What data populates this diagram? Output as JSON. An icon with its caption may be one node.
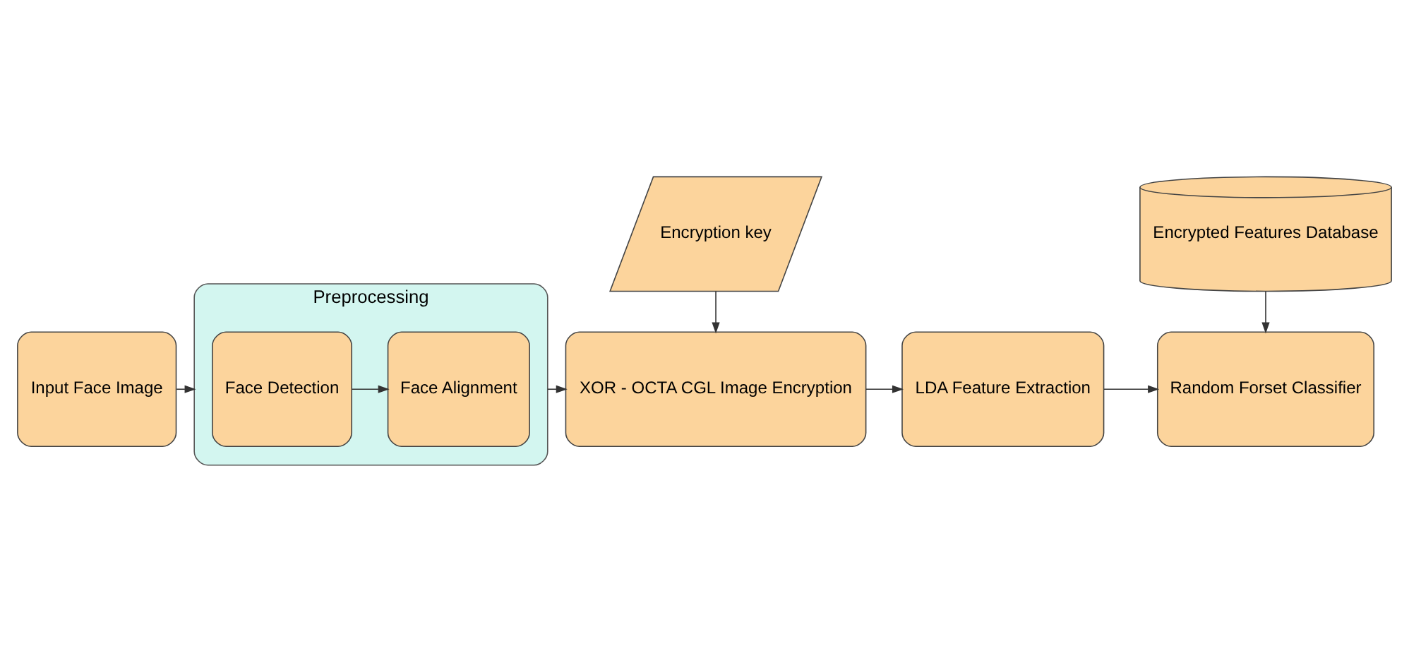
{
  "diagram": {
    "nodes": [
      {
        "text": [
          "Input Face Image"
        ]
      },
      {
        "text": [
          "Preprocessing"
        ]
      },
      {
        "text": [
          "Face Detection"
        ],
        "in": 1
      },
      {
        "text": [
          "Face Alignment"
        ],
        "in": 1
      },
      {
        "text": [
          "XOR - OCTA CGL Image Encryption"
        ]
      },
      {
        "text": [
          "Encryption key"
        ]
      },
      {
        "text": [
          "LDA Feature Extraction"
        ]
      },
      {
        "text": [
          "Encrypted Features Database"
        ]
      },
      {
        "text": [
          "Random Forset Classifier"
        ]
      }
    ],
    "edges": [
      {
        "from": 0,
        "to": 1,
        "arrow": "to"
      },
      {
        "from": 2,
        "to": 3,
        "arrow": "to"
      },
      {
        "from": 1,
        "to": 4,
        "arrow": "to"
      },
      {
        "from": 5,
        "to": 4,
        "arrow": "to"
      },
      {
        "from": 4,
        "to": 6,
        "arrow": "to"
      },
      {
        "from": 6,
        "to": 8,
        "arrow": "to"
      },
      {
        "from": 7,
        "to": 8,
        "arrow": "to"
      }
    ]
  }
}
